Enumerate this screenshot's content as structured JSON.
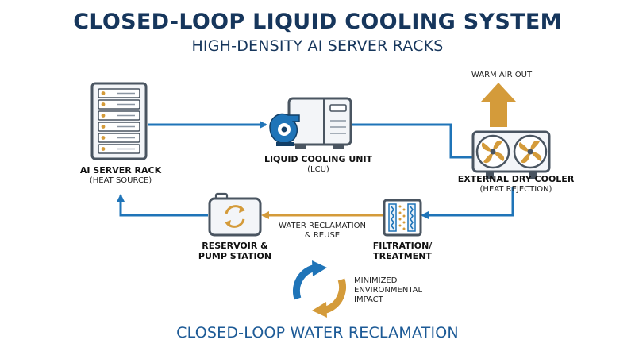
{
  "title": "CLOSED-LOOP LIQUID COOLING SYSTEM",
  "subtitle": "HIGH-DENSITY AI SERVER RACKS",
  "nodes": {
    "server_rack": {
      "label": "AI SERVER RACK",
      "sublabel": "(HEAT SOURCE)"
    },
    "cooling_unit": {
      "label": "LIQUID COOLING UNIT",
      "sublabel": "(LCU)"
    },
    "dry_cooler": {
      "label": "EXTERNAL DRY COOLER",
      "sublabel": "(HEAT REJECTION)"
    },
    "filtration": {
      "label": "FILTRATION/",
      "label2": "TREATMENT"
    },
    "reservoir": {
      "label": "RESERVOIR &",
      "label2": "PUMP STATION"
    }
  },
  "annotations": {
    "warm_air": "WARM AIR OUT",
    "reclamation_line1": "WATER RECLAMATION",
    "reclamation_line2": "& REUSE",
    "impact_line1": "MINIMIZED",
    "impact_line2": "ENVIRONMENTAL",
    "impact_line3": "IMPACT"
  },
  "footer": "CLOSED-LOOP WATER RECLAMATION",
  "colors": {
    "navy": "#16365c",
    "blue": "#1f74b8",
    "gold": "#d49b3a",
    "grey_stroke": "#4a5561"
  }
}
